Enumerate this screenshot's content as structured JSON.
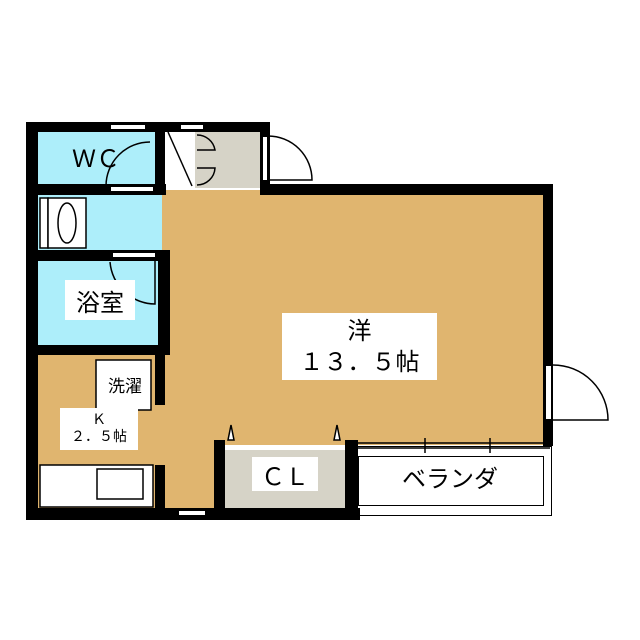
{
  "rooms": {
    "wc": {
      "label": "ＷＣ"
    },
    "bath": {
      "label": "浴室"
    },
    "laundry": {
      "label": "洗濯"
    },
    "kitchen": {
      "name": "Ｋ",
      "size": "２．５帖"
    },
    "western": {
      "name": "洋",
      "size": "１３．５帖"
    },
    "closet": {
      "label": "ＣＬ"
    },
    "veranda": {
      "label": "ベランダ"
    }
  },
  "colors": {
    "floor": "#e0b56f",
    "wet_area": "#adeefa",
    "storage": "#d6d3c7",
    "wall": "#000000"
  }
}
